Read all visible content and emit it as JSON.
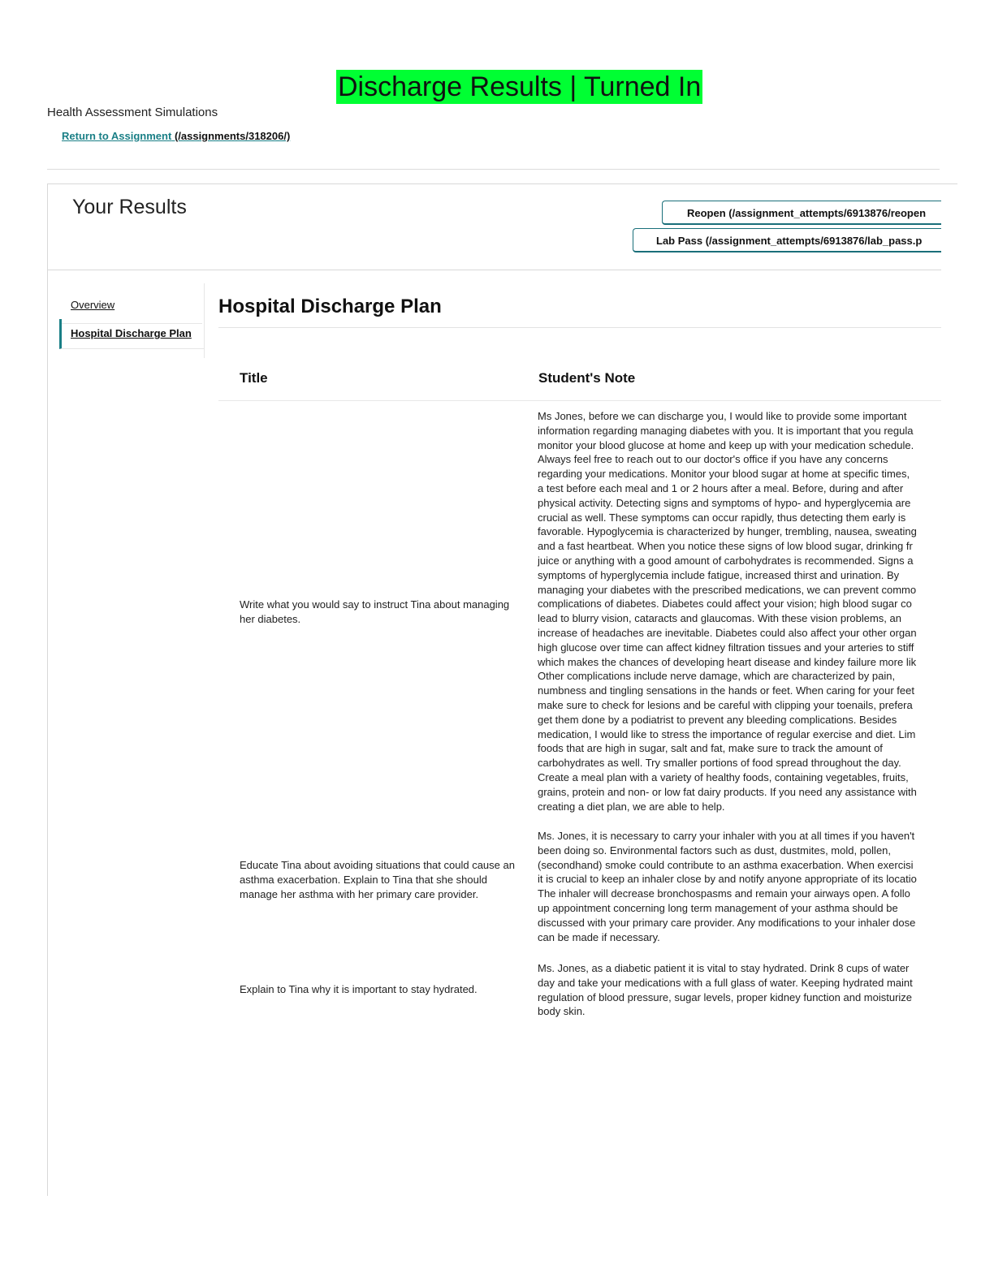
{
  "page_title": "Discharge Results | Turned In",
  "app_name": "Health Assessment Simulations",
  "return_link": {
    "label": "Return to Assignment",
    "url": "(/assignments/318206/)"
  },
  "results": {
    "title": "Your Results",
    "buttons": {
      "reopen": "Reopen (/assignment_attempts/6913876/reopen",
      "lab_pass": "Lab Pass (/assignment_attempts/6913876/lab_pass.p"
    }
  },
  "sidebar": {
    "items": [
      {
        "label": "Overview"
      },
      {
        "label": "Hospital Discharge Plan"
      }
    ]
  },
  "section": {
    "title": "Hospital Discharge Plan",
    "columns": {
      "title": "Title",
      "note": "Student's Note"
    },
    "rows": [
      {
        "title": "Write what you would say to instruct Tina about managing her diabetes.",
        "note": "Ms Jones, before we can discharge you, I would like to provide some important\ninformation regarding managing diabetes with you. It is important that you regula\nmonitor your blood glucose at home and keep up with your medication schedule.\nAlways feel free to reach out to our doctor's office if you have any concerns\nregarding your medications. Monitor your blood sugar at home at specific times,\na test before each meal and 1 or 2 hours after a meal. Before, during and after\nphysical activity. Detecting signs and symptoms of hypo- and hyperglycemia are\ncrucial as well. These symptoms can occur rapidly, thus detecting them early is\nfavorable. Hypoglycemia is characterized by hunger, trembling, nausea, sweating\nand a fast heartbeat. When you notice these signs of low blood sugar, drinking fr\njuice or anything with a good amount of carbohydrates is recommended. Signs a\nsymptoms of hyperglycemia include fatigue, increased thirst and urination. By\nmanaging your diabetes with the prescribed medications, we can prevent commo\ncomplications of diabetes. Diabetes could affect your vision; high blood sugar co\nlead to blurry vision, cataracts and glaucomas. With these vision problems, an\nincrease of headaches are inevitable. Diabetes could also affect your other organ\nhigh glucose over time can affect kidney filtration tissues and your arteries to stiff\nwhich makes the chances of developing heart disease and kindey failure more lik\nOther complications include nerve damage, which are characterized by pain,\nnumbness and tingling sensations in the hands or feet. When caring for your feet\nmake sure to check for lesions and be careful with clipping your toenails, prefera\nget them done by a podiatrist to prevent any bleeding complications. Besides\nmedication, I would like to stress the importance of regular exercise and diet. Lim\nfoods that are high in sugar, salt and fat, make sure to track the amount of\ncarbohydrates as well. Try smaller portions of food spread throughout the day.\nCreate a meal plan with a variety of healthy foods, containing vegetables, fruits,\ngrains, protein and non- or low fat dairy products. If you need any assistance with\ncreating a diet plan, we are able to help."
      },
      {
        "title": "Educate Tina about avoiding situations that could cause an asthma exacerbation. Explain to Tina that she should manage her asthma with her primary care provider.",
        "note": "Ms. Jones, it is necessary to carry your inhaler with you at all times if you haven't\nbeen doing so. Environmental factors such as dust, dustmites, mold, pollen,\n(secondhand) smoke could contribute to an asthma exacerbation. When exercisi\nit is crucial to keep an inhaler close by and notify anyone appropriate of its locatio\nThe inhaler will decrease bronchospasms and remain your airways open. A follo\nup appointment concerning long term management of your asthma should be\ndiscussed with your primary care provider. Any modifications to your inhaler dose\ncan be made if necessary."
      },
      {
        "title": "Explain to Tina why it is important to stay hydrated.",
        "note": "Ms. Jones, as a diabetic patient it is vital to stay hydrated. Drink 8 cups of water\nday and take your medications with a full glass of water. Keeping hydrated maint\nregulation of blood pressure, sugar levels, proper kidney function and moisturize\nbody skin."
      }
    ]
  },
  "colors": {
    "title_highlight": "#00ff33",
    "accent": "#1a7f86"
  }
}
